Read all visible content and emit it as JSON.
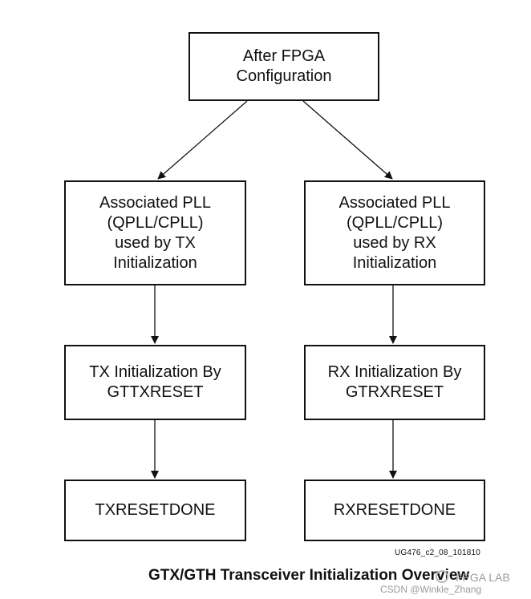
{
  "diagram": {
    "nodes": {
      "after_config": {
        "lines": [
          "After FPGA",
          "Configuration"
        ]
      },
      "tx_pll": {
        "lines": [
          "Associated PLL",
          "(QPLL/CPLL)",
          "used by TX",
          "Initialization"
        ]
      },
      "rx_pll": {
        "lines": [
          "Associated PLL",
          "(QPLL/CPLL)",
          "used by RX",
          "Initialization"
        ]
      },
      "tx_init": {
        "lines": [
          "TX Initialization By",
          "GTTXRESET"
        ]
      },
      "rx_init": {
        "lines": [
          "RX Initialization By",
          "GTRXRESET"
        ]
      },
      "tx_done": {
        "lines": [
          "TXRESETDONE"
        ]
      },
      "rx_done": {
        "lines": [
          "RXRESETDONE"
        ]
      }
    },
    "edges": [
      {
        "from": "after_config",
        "to": "tx_pll"
      },
      {
        "from": "after_config",
        "to": "rx_pll"
      },
      {
        "from": "tx_pll",
        "to": "tx_init"
      },
      {
        "from": "rx_pll",
        "to": "rx_init"
      },
      {
        "from": "tx_init",
        "to": "tx_done"
      },
      {
        "from": "rx_init",
        "to": "rx_done"
      }
    ]
  },
  "figure_id": "UG476_c2_08_101810",
  "caption": "GTX/GTH Transceiver Initialization Overview",
  "watermark": {
    "logo_text": "FPGA LAB",
    "credit": "CSDN @Winkle_Zhang"
  }
}
